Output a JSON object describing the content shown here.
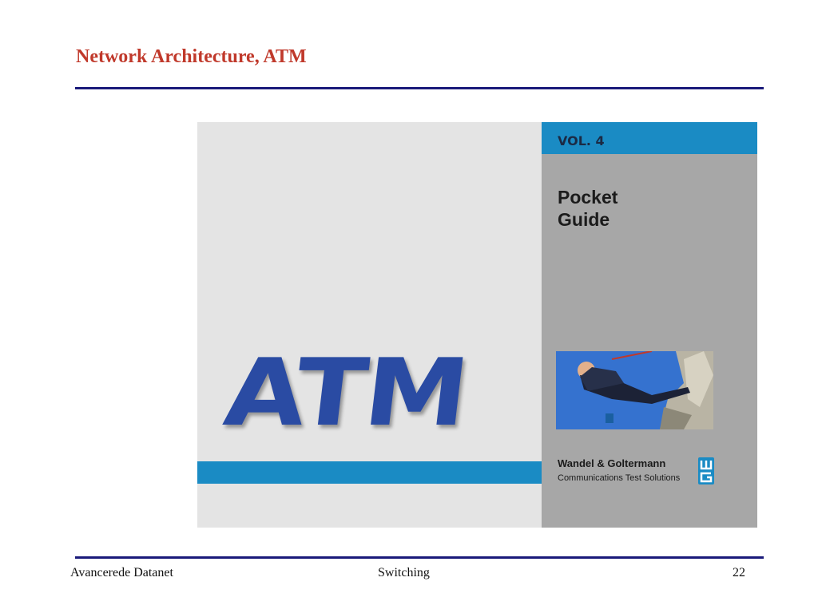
{
  "slide": {
    "title": "Network Architecture, ATM"
  },
  "cover": {
    "atm_word": "ATM",
    "volume": "VOL. 4",
    "guide_line1": "Pocket",
    "guide_line2": "Guide",
    "company": "Wandel & Goltermann",
    "tagline": "Communications Test Solutions",
    "logo_letters": "WG",
    "accent_color": "#1a8bc4",
    "atm_color": "#2a4ba3"
  },
  "footer": {
    "left": "Avancerede Datanet",
    "center": "Switching",
    "page_number": "22"
  }
}
